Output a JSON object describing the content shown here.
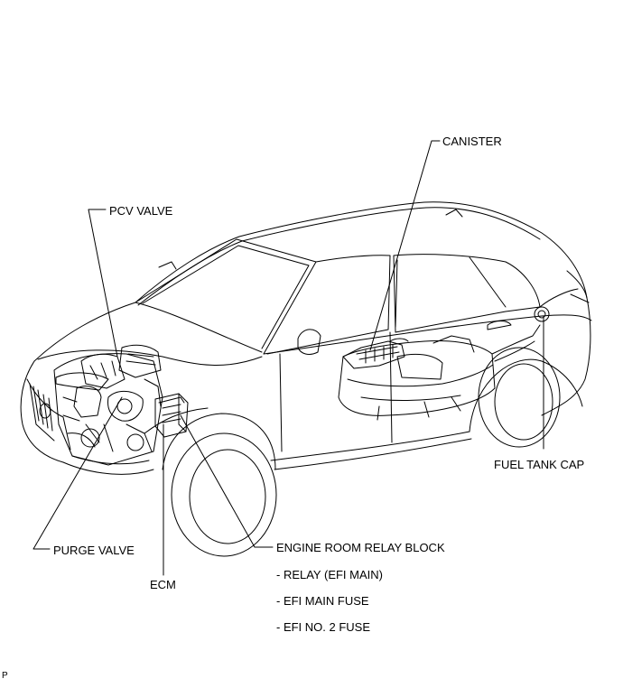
{
  "labels": {
    "canister": "CANISTER",
    "pcv_valve": "PCV VALVE",
    "fuel_tank_cap": "FUEL TANK CAP",
    "purge_valve": "PURGE VALVE",
    "ecm": "ECM",
    "engine_room_relay_block": "ENGINE ROOM RELAY BLOCK",
    "relay_efi_main": "- RELAY (EFI MAIN)",
    "efi_main_fuse": "- EFI MAIN FUSE",
    "efi_no2_fuse": "- EFI NO. 2 FUSE"
  },
  "figure_id": "P",
  "colors": {
    "line": "#000000",
    "background": "#ffffff"
  },
  "icons": [
    "car-illustration",
    "engine-illustration",
    "fuel-tank-illustration",
    "canister-illustration",
    "ecm-illustration",
    "relay-block-illustration"
  ]
}
